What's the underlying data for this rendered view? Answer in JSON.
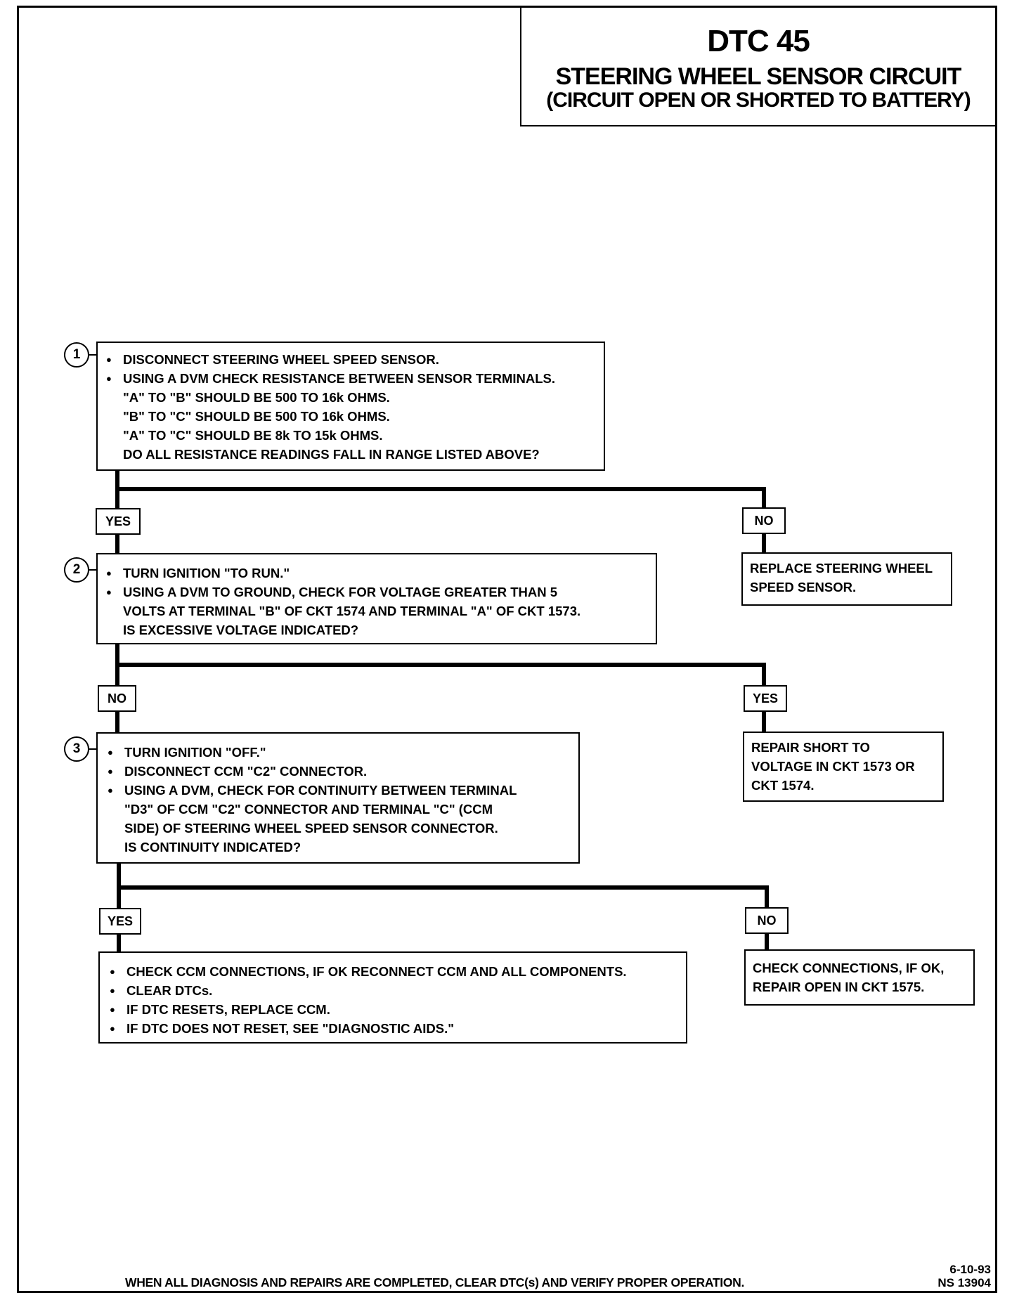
{
  "header": {
    "title": "DTC 45",
    "subtitle": "STEERING WHEEL SENSOR CIRCUIT",
    "subtitle2": "(CIRCUIT OPEN OR SHORTED TO BATTERY)"
  },
  "steps": [
    {
      "number": "1",
      "bullets": [
        "DISCONNECT STEERING WHEEL SPEED SENSOR.",
        "USING A DVM CHECK RESISTANCE BETWEEN SENSOR TERMINALS."
      ],
      "lines": [
        "\"A\" TO \"B\" SHOULD BE 500 TO 16k OHMS.",
        "\"B\" TO \"C\" SHOULD BE 500 TO 16k OHMS.",
        "\"A\" TO \"C\" SHOULD BE 8k TO 15k OHMS.",
        "DO ALL RESISTANCE READINGS FALL IN RANGE LISTED ABOVE?"
      ],
      "left_label": "YES",
      "right_label": "NO",
      "right_result": [
        "REPLACE STEERING WHEEL",
        "SPEED SENSOR."
      ]
    },
    {
      "number": "2",
      "bullets": [
        "TURN IGNITION \"TO RUN.\"",
        "USING A DVM TO GROUND, CHECK FOR VOLTAGE GREATER THAN 5"
      ],
      "lines": [
        "VOLTS AT TERMINAL \"B\" OF CKT 1574 AND TERMINAL \"A\" OF CKT 1573.",
        "IS EXCESSIVE VOLTAGE INDICATED?"
      ],
      "left_label": "NO",
      "right_label": "YES",
      "right_result": [
        "REPAIR SHORT TO",
        "VOLTAGE IN CKT 1573 OR",
        "CKT 1574."
      ]
    },
    {
      "number": "3",
      "bullets": [
        "TURN IGNITION \"OFF.\"",
        "DISCONNECT CCM \"C2\" CONNECTOR.",
        "USING A DVM, CHECK FOR CONTINUITY BETWEEN TERMINAL"
      ],
      "lines": [
        "\"D3\" OF CCM \"C2\" CONNECTOR AND TERMINAL \"C\" (CCM",
        "SIDE) OF STEERING WHEEL SPEED SENSOR CONNECTOR.",
        "IS CONTINUITY INDICATED?"
      ],
      "left_label": "YES",
      "right_label": "NO",
      "right_result": [
        "CHECK CONNECTIONS, IF OK,",
        "REPAIR OPEN IN CKT 1575."
      ]
    }
  ],
  "final_box": {
    "bullets": [
      "CHECK CCM CONNECTIONS, IF OK RECONNECT CCM AND ALL COMPONENTS.",
      "CLEAR DTCs.",
      "IF DTC RESETS, REPLACE CCM.",
      "IF DTC DOES NOT RESET, SEE \"DIAGNOSTIC AIDS.\""
    ]
  },
  "footer": {
    "note": "WHEN ALL DIAGNOSIS AND REPAIRS ARE COMPLETED, CLEAR DTC(s) AND VERIFY PROPER OPERATION.",
    "date": "6-10-93",
    "ref": "NS 13904"
  }
}
